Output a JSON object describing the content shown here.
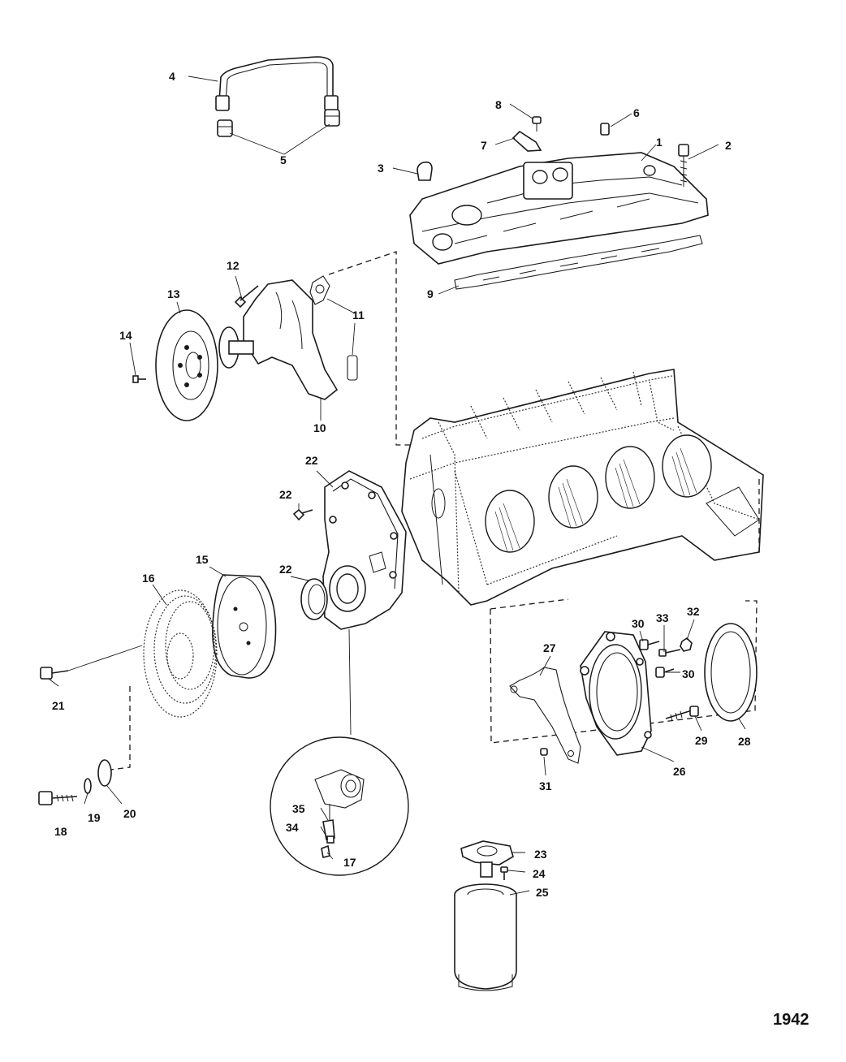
{
  "diagram": {
    "callouts": {
      "c1": "1",
      "c2": "2",
      "c3": "3",
      "c4": "4",
      "c5": "5",
      "c6": "6",
      "c7": "7",
      "c8": "8",
      "c9": "9",
      "c10": "10",
      "c11": "11",
      "c12": "12",
      "c13": "13",
      "c14": "14",
      "c15": "15",
      "c16": "16",
      "c17": "17",
      "c18": "18",
      "c19": "19",
      "c20": "20",
      "c21": "21",
      "c22a": "22",
      "c22b": "22",
      "c22c": "22",
      "c23": "23",
      "c24": "24",
      "c25": "25",
      "c26": "26",
      "c27": "27",
      "c28": "28",
      "c29": "29",
      "c30a": "30",
      "c30b": "30",
      "c31": "31",
      "c32": "32",
      "c33": "33",
      "c34": "34",
      "c35": "35"
    },
    "figure_number": "1942"
  }
}
